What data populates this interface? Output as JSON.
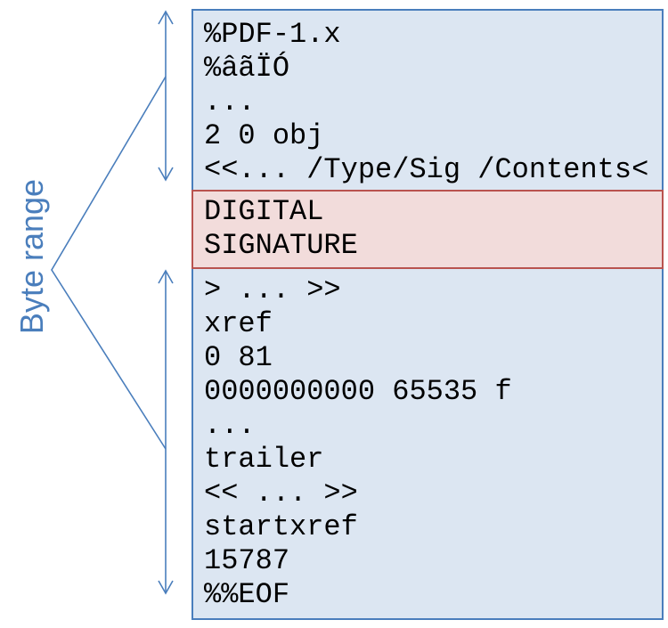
{
  "byte_range_label": "Byte range",
  "colors": {
    "accent_blue": "#4a7ebc",
    "fill_blue": "#dce6f2",
    "accent_red": "#b9534f",
    "fill_pink": "#f2dcdb",
    "code_text": "#000000"
  },
  "file_box": {
    "sections": {
      "header": {
        "lines": [
          "%PDF-1.x",
          "%âãÏÓ",
          "...",
          "2 0 obj",
          "<<... /Type/Sig /Contents<"
        ]
      },
      "signature": {
        "lines": [
          "DIGITAL",
          "SIGNATURE"
        ]
      },
      "trailer": {
        "lines": [
          "> ... >>",
          "xref",
          "0 81",
          "0000000000 65535 f",
          "...",
          "trailer",
          "<< ... >>",
          "startxref",
          "15787",
          "%%EOF"
        ]
      }
    }
  }
}
